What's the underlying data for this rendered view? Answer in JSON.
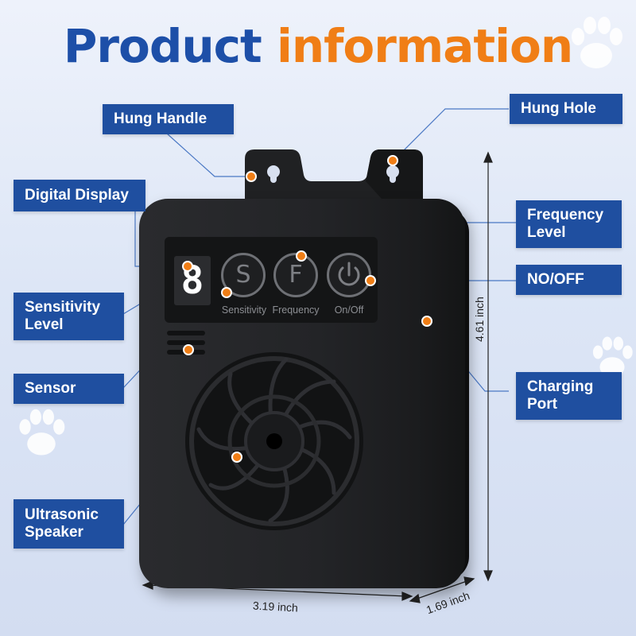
{
  "title": {
    "word1": "Product",
    "word2": "information"
  },
  "colors": {
    "label_bg": "#1f4fa0",
    "title_blue": "#1d4fa8",
    "title_orange": "#f07e16",
    "marker": "#f07e16"
  },
  "labels": {
    "hung_handle": "Hung Handle",
    "hung_hole": "Hung Hole",
    "digital_display": "Digital Display",
    "frequency_level_1": "Frequency",
    "frequency_level_2": "Level",
    "no_off": "NO/OFF",
    "sensitivity_level_1": "Sensitivity",
    "sensitivity_level_2": "Level",
    "sensor": "Sensor",
    "charging_port_1": "Charging",
    "charging_port_2": "Port",
    "ultrasonic_speaker_1": "Ultrasonic",
    "ultrasonic_speaker_2": "Speaker"
  },
  "device": {
    "display_digit": "8",
    "buttons": [
      {
        "letter": "S",
        "label": "Sensitivity"
      },
      {
        "letter": "F",
        "label": "Frequency"
      },
      {
        "letter": "⏻",
        "label": "On/Off"
      }
    ]
  },
  "dimensions": {
    "height": "4.61 inch",
    "width": "3.19 inch",
    "depth": "1.69 inch"
  },
  "icons": [
    "paw-print-icon",
    "power-icon"
  ]
}
